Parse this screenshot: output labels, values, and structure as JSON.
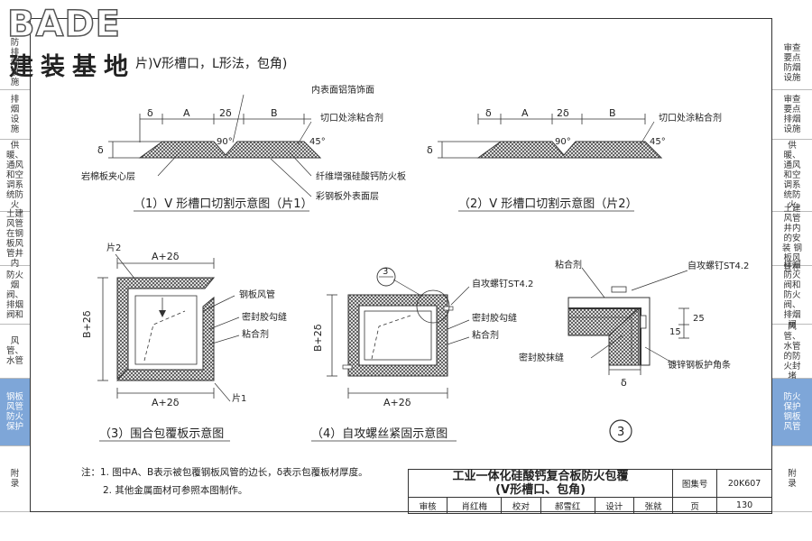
{
  "logo": {
    "line1": "BADE",
    "line2": "建装基地"
  },
  "page": {
    "top_note": "片)V形槽口，L形法，包角)"
  },
  "left_tabs": [
    {
      "label": "防排烟设施",
      "active": false
    },
    {
      "label": "排烟设施",
      "active": false
    },
    {
      "label": "供暖、通风和空调系统防火",
      "active": false
    },
    {
      "label": "土建风管在钢板风管井内",
      "active": false
    },
    {
      "label": "防火烟阀、排烟阀和",
      "active": false
    },
    {
      "label": "风管、水管",
      "active": false
    },
    {
      "label": "钢板风管防火保护",
      "active": true
    },
    {
      "label": "附录",
      "active": false
    }
  ],
  "right_tabs": [
    {
      "label": "审查要点 防烟设施",
      "active": false
    },
    {
      "label": "审查要点 排烟设施",
      "active": false
    },
    {
      "label": "供暖、通风和空调系统防火",
      "active": false
    },
    {
      "label": "土建风管井内的安装 钢板风管在",
      "active": false
    },
    {
      "label": "排烟防火阀和 防火阀、排烟阀",
      "active": false
    },
    {
      "label": "风管、水管 的防火封堵",
      "active": false
    },
    {
      "label": "防火保护 钢板风管",
      "active": true
    },
    {
      "label": "附录",
      "active": false
    }
  ],
  "captions": {
    "fig1": "（1）V 形槽口切割示意图（片1）",
    "fig2": "（2）V 形槽口切割示意图（片2）",
    "fig3": "（3）围合包覆板示意图",
    "fig4": "（4）自攻螺丝紧固示意图",
    "detail": "3"
  },
  "labels": {
    "inner_foil": "内表面铝箔饰面",
    "cut_glue": "切口处涂粘合剂",
    "rock_wool": "岩棉板夹心层",
    "fiber_board": "纤维增强硅酸钙防火板",
    "color_steel": "彩钢板外表面层",
    "delta": "δ",
    "A": "A",
    "B": "B",
    "two_delta": "2δ",
    "angle90": "90°",
    "angle45": "45°",
    "piece2": "片2",
    "piece1": "片1",
    "a_plus": "A+2δ",
    "b_plus": "B+2δ",
    "steel_duct": "钢板风管",
    "seal_seam": "密封胶勾缝",
    "adhesive": "粘合剂",
    "screw": "自攻螺钉ST4.2",
    "seal_wipe": "密封胶抹缝",
    "corner_strip": "镀锌钢板护角条",
    "dim15": "15",
    "dim25": "25",
    "callout3": "3"
  },
  "notes": [
    "注：1. 图中A、B表示被包覆钢板风管的边长，δ表示包覆板材厚度。",
    "2. 其他金属面材可参照本图制作。"
  ],
  "title_block": {
    "title_line1": "工业一体化硅酸钙复合板防火包覆",
    "title_line2": "(V形槽口、包角)",
    "atlas_label": "图集号",
    "atlas_no": "20K607",
    "page_label": "页",
    "page_no": "130",
    "review_label": "审核",
    "review_name": "肖红梅",
    "check_label": "校对",
    "check_name": "郝雪红",
    "design_label": "设计",
    "design_name": "张就"
  }
}
